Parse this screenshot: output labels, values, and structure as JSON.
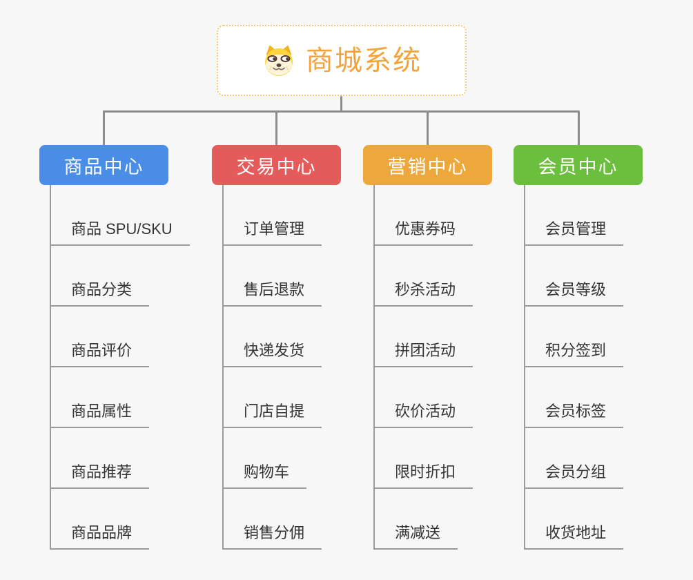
{
  "canvas": {
    "background": "#f7f7f7"
  },
  "root": {
    "title": "商城系统",
    "icon": "dog-face-icon",
    "text_color": "#f2a43c",
    "border_color": "#f7c877",
    "background": "#ffffff"
  },
  "connector_color": "#8c8c8c",
  "leaf_line_color": "#9a9a9a",
  "leaf_text_color": "#333333",
  "branches": [
    {
      "label": "商品中心",
      "color": "#4a8de6",
      "items": [
        "商品 SPU/SKU",
        "商品分类",
        "商品评价",
        "商品属性",
        "商品推荐",
        "商品品牌"
      ]
    },
    {
      "label": "交易中心",
      "color": "#e45b5b",
      "items": [
        "订单管理",
        "售后退款",
        "快递发货",
        "门店自提",
        "购物车",
        "销售分佣"
      ]
    },
    {
      "label": "营销中心",
      "color": "#eda83d",
      "items": [
        "优惠券码",
        "秒杀活动",
        "拼团活动",
        "砍价活动",
        "限时折扣",
        "满减送"
      ]
    },
    {
      "label": "会员中心",
      "color": "#6cbe3e",
      "items": [
        "会员管理",
        "会员等级",
        "积分签到",
        "会员标签",
        "会员分组",
        "收货地址"
      ]
    }
  ]
}
